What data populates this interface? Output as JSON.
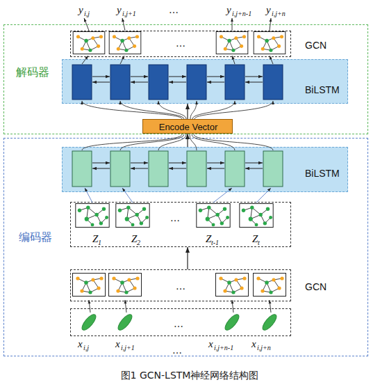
{
  "diagram": {
    "caption": "图1 GCN-LSTM神经网络结构图",
    "nodes": [
      {
        "text": [
          "解码器"
        ]
      },
      {
        "text": [
          "GCN",
          "…"
        ],
        "in": 0
      },
      {
        "text": [
          "BiLSTM"
        ],
        "in": 0
      },
      {
        "text": [
          "Encode Vector"
        ]
      },
      {
        "text": [
          "编码器"
        ]
      },
      {
        "text": [
          "BiLSTM"
        ],
        "in": 4
      },
      {
        "text": [
          "Z",
          "1",
          "Z",
          "2",
          "…",
          "Z",
          "t-1",
          "Z",
          "t"
        ],
        "in": 4
      },
      {
        "text": [
          "GCN",
          "…"
        ],
        "in": 4
      },
      {
        "text": [
          "…"
        ],
        "in": 4
      }
    ],
    "edges": [
      {
        "from": 7,
        "to": 6,
        "arrow": "to"
      },
      {
        "from": 5,
        "to": 3,
        "arrow": "to"
      },
      {
        "from": 3,
        "to": 2,
        "arrow": "to"
      }
    ],
    "labels": [
      "y",
      "i,j",
      "y",
      "i,j+1",
      "…",
      "y",
      "i,j+n-1",
      "y",
      "i,j+n",
      "x",
      "i,j",
      "x",
      "i,j+1",
      "…",
      "x",
      "i,j+n-1",
      "x",
      "i,j+n"
    ]
  }
}
